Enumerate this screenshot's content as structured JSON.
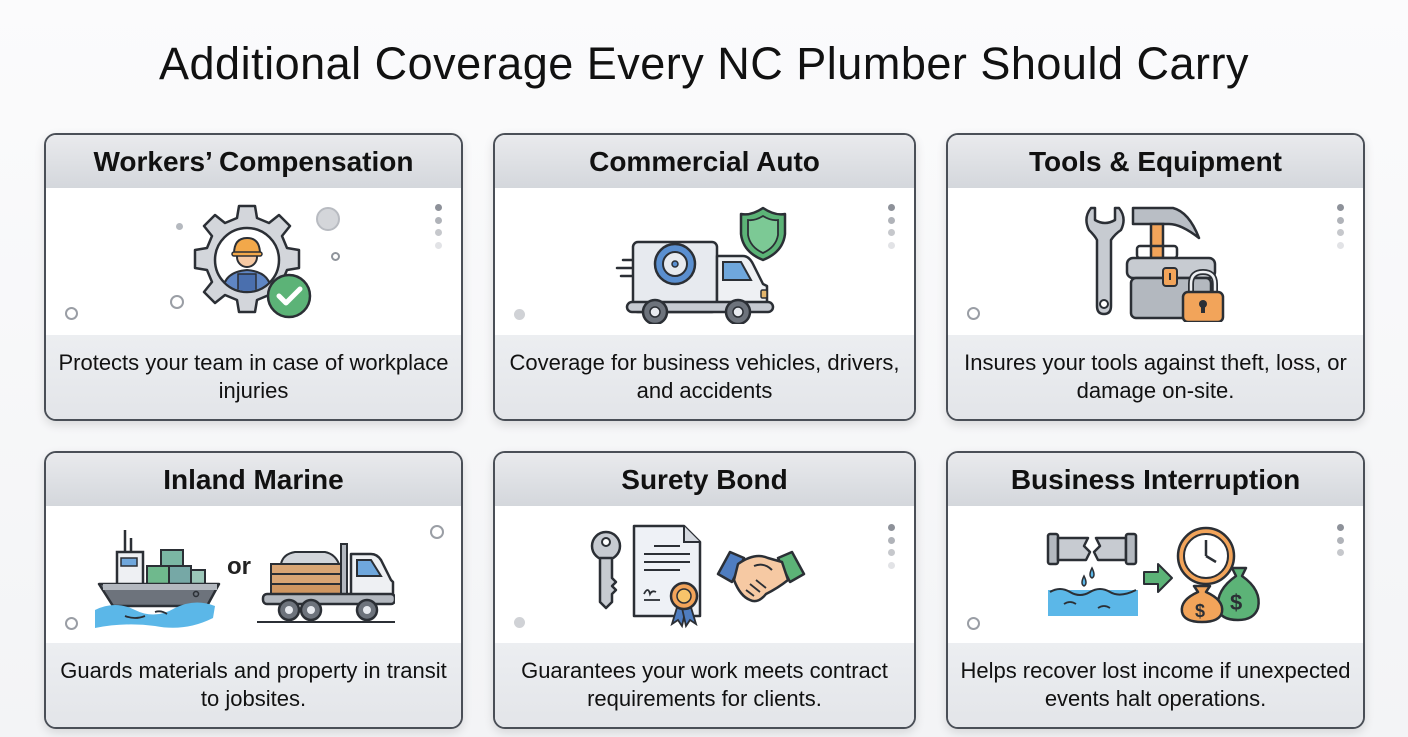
{
  "title": "Additional Coverage Every NC Plumber Should Carry",
  "colors": {
    "card_border": "#4a4f57",
    "header_bg": "#d9dce0",
    "footer_bg": "#e8eaed",
    "accent_green": "#5cb377",
    "accent_orange": "#f2a45a",
    "accent_blue": "#5a8fd0",
    "water_blue": "#5bb7e8"
  },
  "cards": [
    {
      "title": "Workers’ Compensation",
      "description": "Protects your team in case of workplace injuries",
      "icon": "worker-gear-check-icon"
    },
    {
      "title": "Commercial Auto",
      "description": "Coverage for business vehicles, drivers, and accidents",
      "icon": "truck-shield-icon"
    },
    {
      "title": "Tools & Equipment",
      "description": "Insures your tools against theft, loss, or damage on-site.",
      "icon": "toolbox-lock-icon"
    },
    {
      "title": "Inland Marine",
      "description": "Guards materials and property in transit to jobsites.",
      "icon": "ship-or-truck-icon",
      "connector": "or"
    },
    {
      "title": "Surety Bond",
      "description": "Guarantees your work meets contract requirements for clients.",
      "icon": "key-certificate-handshake-icon"
    },
    {
      "title": "Business Interruption",
      "description": "Helps recover lost income if unexpected events halt operations.",
      "icon": "broken-pipe-money-icon"
    }
  ]
}
